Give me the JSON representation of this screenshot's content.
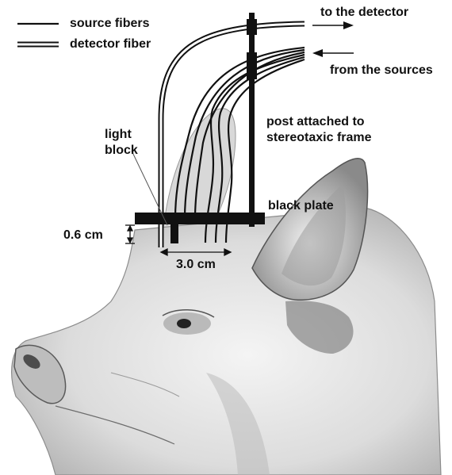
{
  "legend": {
    "source_fibers": "source fibers",
    "detector_fiber": "detector fiber"
  },
  "labels": {
    "to_detector": "to the detector",
    "from_sources": "from the sources",
    "post_line1": "post attached to",
    "post_line2": "stereotaxic frame",
    "light_block_line1": "light",
    "light_block_line2": "block",
    "black_plate": "black plate",
    "depth": "0.6 cm",
    "spacing": "3.0 cm"
  },
  "colors": {
    "ink": "#111111",
    "background": "#ffffff"
  }
}
